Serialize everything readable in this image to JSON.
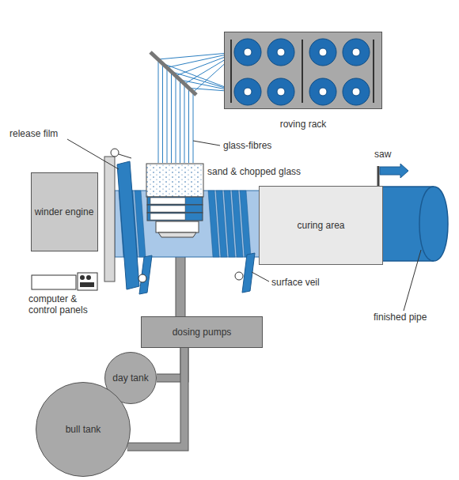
{
  "diagram": {
    "nodes": [
      {
        "text": [
          "roving rack"
        ]
      },
      {
        "text": [
          "winder engine"
        ]
      },
      {
        "text": [
          "curing area"
        ]
      },
      {
        "text": [
          "dosing pumps"
        ]
      },
      {
        "text": [
          "day tank"
        ]
      },
      {
        "text": [
          "bull tank"
        ]
      }
    ],
    "edges": [
      {
        "from": 4,
        "to": 3,
        "arrow": "none"
      },
      {
        "from": 5,
        "to": 3,
        "arrow": "none"
      }
    ],
    "labels": [
      "release film",
      "glass-fibres",
      "sand & chopped glass",
      "saw",
      "surface veil",
      "finished pipe",
      "computer & control panels"
    ]
  }
}
